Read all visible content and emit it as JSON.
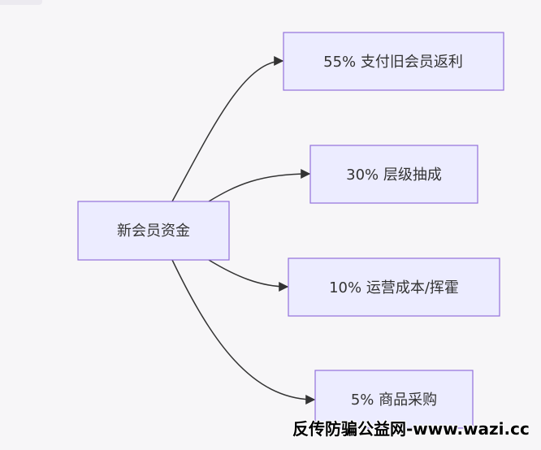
{
  "source_node": {
    "label": "新会员资金"
  },
  "targets": [
    {
      "label": "55% 支付旧会员返利"
    },
    {
      "label": "30% 层级抽成"
    },
    {
      "label": "10% 运营成本/挥霍"
    },
    {
      "label": "5% 商品采购"
    }
  ],
  "watermark": "反传防骗公益网-www.wazi.cc",
  "colors": {
    "node_fill": "#ececff",
    "node_border": "#9370db",
    "edge": "#333333",
    "background": "#f7f6f8"
  }
}
